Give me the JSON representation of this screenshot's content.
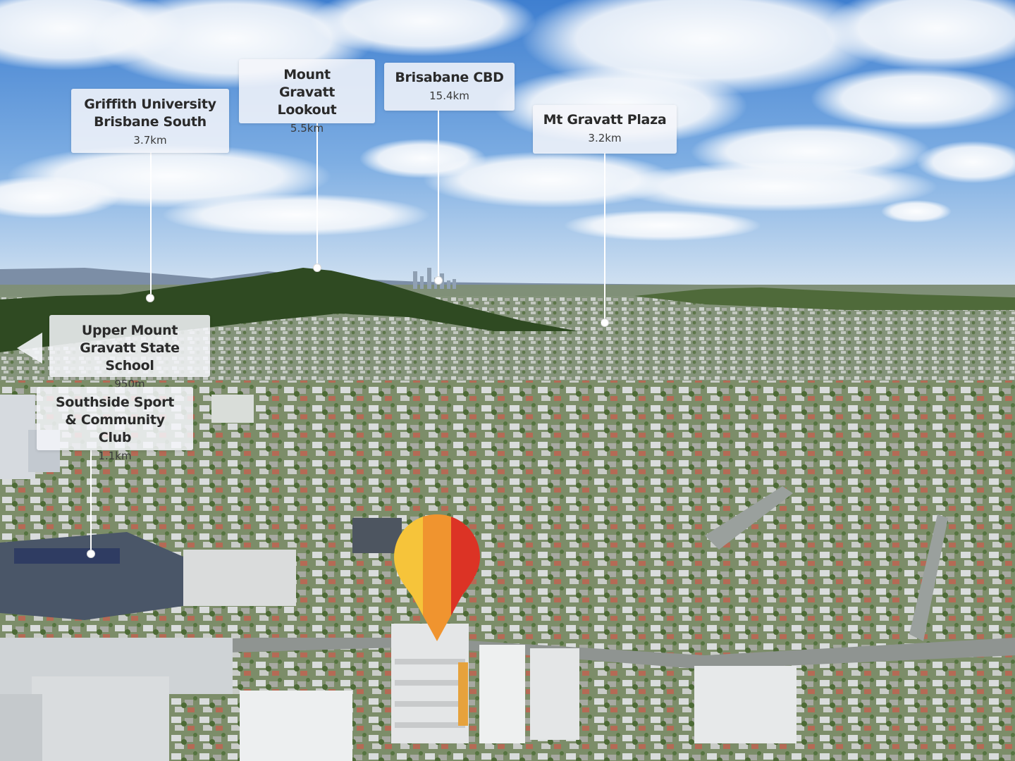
{
  "landmarks": [
    {
      "id": "griffith",
      "title": "Griffith University\nBrisbane South",
      "distance": "3.7km"
    },
    {
      "id": "mount-gravatt-lookout",
      "title": "Mount\nGravatt Lookout",
      "distance": "5.5km"
    },
    {
      "id": "brisbane-cbd",
      "title": "Brisabane CBD",
      "distance": "15.4km"
    },
    {
      "id": "mt-gravatt-plaza",
      "title": "Mt Gravatt Plaza",
      "distance": "3.2km"
    },
    {
      "id": "upper-mount-gravatt-school",
      "title": "Upper Mount\nGravatt State School",
      "distance": "950m"
    },
    {
      "id": "southside-sport",
      "title": "Southside Sport\n& Community Club",
      "distance": "1.1km"
    }
  ],
  "colors": {
    "sky_top": "#4a86d4",
    "sky_horizon": "#cfe0f1",
    "hill": "#2f4a22",
    "suburb": "#8a9a78",
    "pin_yellow": "#f6c43a",
    "pin_orange": "#f0942f",
    "pin_red": "#dc3325"
  },
  "icons": {
    "location_pin": "location-pin-icon",
    "offscreen_arrow": "left-arrow-icon"
  }
}
